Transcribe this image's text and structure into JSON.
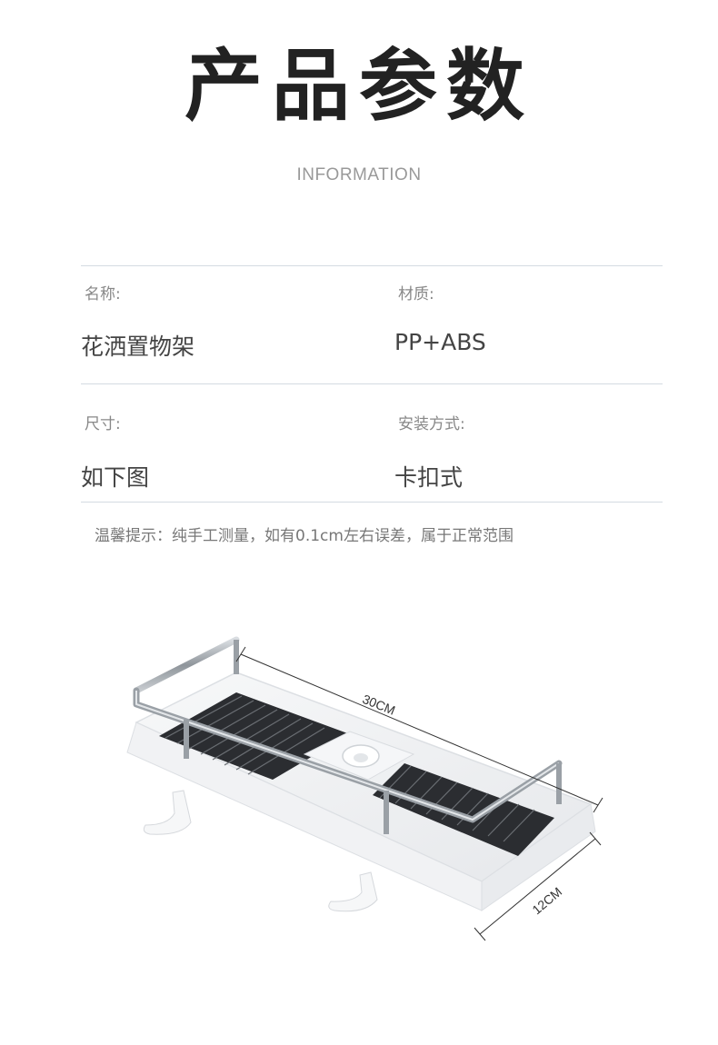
{
  "header": {
    "title": "产品参数",
    "subtitle": "INFORMATION"
  },
  "specs": [
    {
      "label": "名称:",
      "value": "花洒置物架"
    },
    {
      "label": "材质:",
      "value": "PP+ABS"
    },
    {
      "label": "尺寸:",
      "value": "如下图"
    },
    {
      "label": "安装方式:",
      "value": "卡扣式"
    }
  ],
  "note": "温馨提示：纯手工测量，如有0.1cm左右误差，属于正常范围",
  "dimensions": {
    "length": "30CM",
    "width": "12CM"
  },
  "colors": {
    "rule": "#d4dbe2",
    "frame": "#9aa0a6",
    "grille": "#2b2d31",
    "tray": "#f4f5f7"
  }
}
